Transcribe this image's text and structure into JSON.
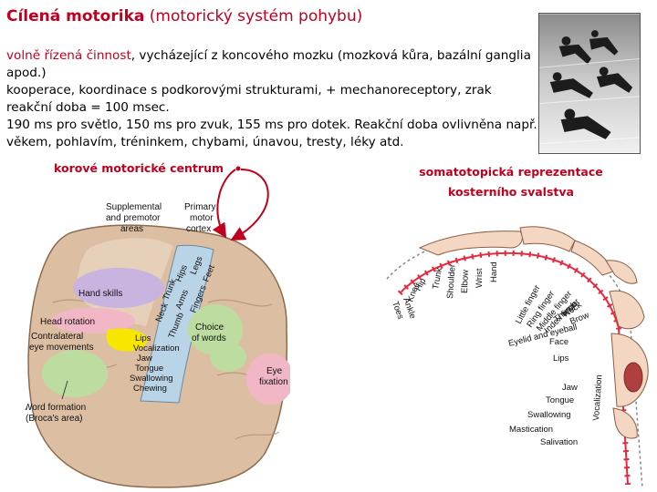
{
  "title": {
    "bold": "Cílená motorika",
    "rest": " (motorický systém pohybu)"
  },
  "body": {
    "line1_red": "volně řízená činnost",
    "line1_rest": ", vycházející z koncového mozku (mozková kůra, bazální ganglia apod.)",
    "line2": "kooperace, koordinace s podkorovými strukturami, + mechanoreceptory, zrak",
    "line3": "reakční doba = 100 msec.",
    "line4": "190 ms pro světlo, 150 ms pro zvuk, 155 ms pro dotek. Reakční doba ovlivněna např. věkem, pohlavím, tréninkem, chybami, únavou, tresty, léky atd."
  },
  "captions": {
    "motor_center": "korové motorické centrum",
    "somato_line1": "somatotopická reprezentace",
    "somato_line2": "kosterního svalstva"
  },
  "brain": {
    "supplemental_1": "Supplemental",
    "supplemental_2": "and premotor",
    "supplemental_3": "areas",
    "primary_1": "Primary",
    "primary_2": "motor",
    "primary_3": "cortex",
    "hand_skills": "Hand skills",
    "head_rotation": "Head rotation",
    "contralateral_1": "Contralateral",
    "contralateral_2": "eye movements",
    "word_formation_1": "Word formation",
    "word_formation_2": "(Broca's area)",
    "choice_1": "Choice",
    "choice_2": "of words",
    "eye_fixation_1": "Eye",
    "eye_fixation_2": "fixation",
    "strip": {
      "hips": "Hips",
      "legs": "Legs",
      "feet": "Feet",
      "trunk": "Trunk",
      "neck": "Neck",
      "arms": "Arms",
      "fingers": "Fingers",
      "thumb": "Thumb",
      "lips": "Lips",
      "vocalization": "Vocalization",
      "jaw": "Jaw",
      "tongue": "Tongue",
      "swallowing": "Swallowing",
      "chewing": "Chewing"
    }
  },
  "homunculus": {
    "hip": "Hip",
    "knee": "Knee",
    "ankle": "Ankle",
    "toes": "Toes",
    "trunk": "Trunk",
    "shoulder": "Shoulder",
    "elbow": "Elbow",
    "wrist": "Wrist",
    "hand": "Hand",
    "little_finger": "Little finger",
    "ring_finger": "Ring finger",
    "middle_finger": "Middle finger",
    "index_finger": "Index finger",
    "thumb": "Thumb",
    "neck": "Neck",
    "brow": "Brow",
    "eyelid": "Eyelid and eyeball",
    "face": "Face",
    "lips": "Lips",
    "jaw": "Jaw",
    "tongue": "Tongue",
    "swallowing": "Swallowing",
    "mastication": "Mastication",
    "salivation": "Salivation",
    "vocalization": "Vocalization"
  },
  "colors": {
    "caption_red": "#c0001e",
    "strip_blue": "#b9d4e6",
    "brain_tan": "#dcbfa3",
    "yellow": "#f7e600",
    "purple": "#c9b4e0",
    "green": "#bcdca0",
    "pink": "#f2b7c6",
    "arrow_red": "#c0001e"
  }
}
